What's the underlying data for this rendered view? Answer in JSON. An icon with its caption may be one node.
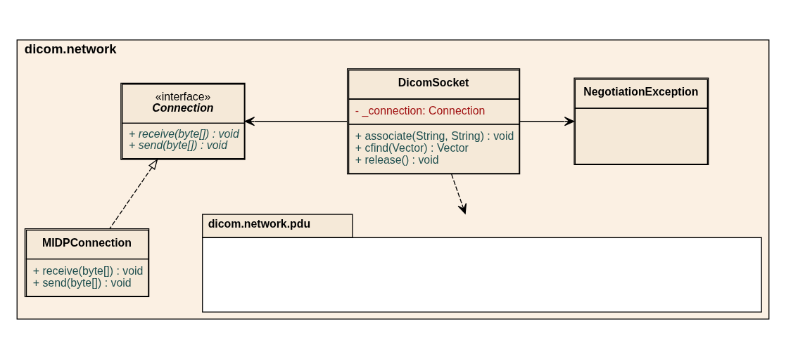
{
  "diagram": {
    "nodes": [
      {
        "text": [
          "dicom.network"
        ]
      },
      {
        "text": [
          "«interface»",
          "Connection",
          "+ receive(byte[]) : void",
          "+ send(byte[]) : void"
        ],
        "in": 0
      },
      {
        "text": [
          "DicomSocket",
          "- _connection: Connection",
          "+ associate(String, String) : void",
          "+ cfind(Vector) : Vector",
          "+ release() : void"
        ],
        "in": 0
      },
      {
        "text": [
          "NegotiationException"
        ],
        "in": 0
      },
      {
        "text": [
          "MIDPConnection",
          "+ receive(byte[]) : void",
          "+ send(byte[]) : void"
        ],
        "in": 0
      },
      {
        "text": [
          "dicom.network.pdu"
        ],
        "in": 0
      }
    ],
    "edges": [
      {
        "from": 2,
        "to": 1,
        "arrow": "to"
      },
      {
        "from": 2,
        "to": 3,
        "arrow": "to"
      },
      {
        "from": 4,
        "to": 1,
        "arrow": "to",
        "style": "dashed"
      },
      {
        "from": 2,
        "to": 5,
        "arrow": "to",
        "style": "dashed"
      }
    ]
  }
}
